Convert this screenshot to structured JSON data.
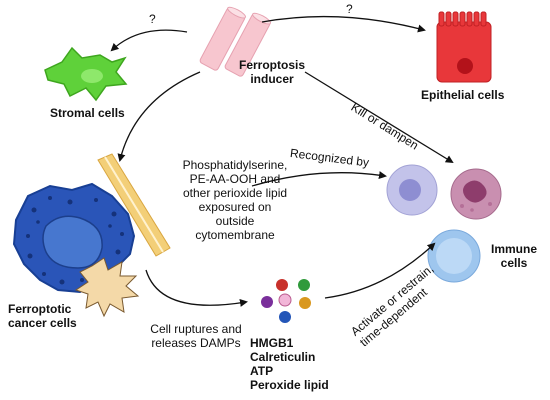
{
  "labels": {
    "inducer_line1": "Ferroptosis",
    "inducer_line2": "inducer",
    "stromal": "Stromal cells",
    "epithelial": "Epithelial cells",
    "question_left": "?",
    "question_right": "?",
    "kill": "Kill or dampen",
    "recognized": "Recognized by",
    "lipid_lines": [
      "Phosphatidylserine,",
      "PE-AA-OOH and",
      "other perioxide lipid",
      "exposured on",
      "outside",
      "cytomembrane"
    ],
    "ferroptotic_line1": "Ferroptotic",
    "ferroptotic_line2": "cancer cells",
    "ruptures_line1": "Cell ruptures and",
    "ruptures_line2": "releases DAMPs",
    "damps": [
      "HMGB1",
      "Calreticulin",
      "ATP",
      "Peroxide lipid"
    ],
    "activate_line1": "Activate or restrain,",
    "activate_line2": "time-dependent",
    "immune_line1": "Immune",
    "immune_line2": "cells"
  },
  "colors": {
    "stromal": "#5fd13a",
    "epithelial": "#e8373a",
    "cancer": "#2a55b8",
    "membrane": "#f3cf78",
    "tube": "#f7c6cf",
    "immune_purple": "#c3c3ea",
    "immune_pink": "#c98fb0",
    "immune_blue": "#9ec6ee",
    "damp_red": "#c8312b",
    "damp_green": "#2f9a3b",
    "damp_purple": "#7a2f9b",
    "damp_pink": "#f2b6d8",
    "damp_orange": "#d9981f",
    "damp_blue": "#2456b8"
  }
}
